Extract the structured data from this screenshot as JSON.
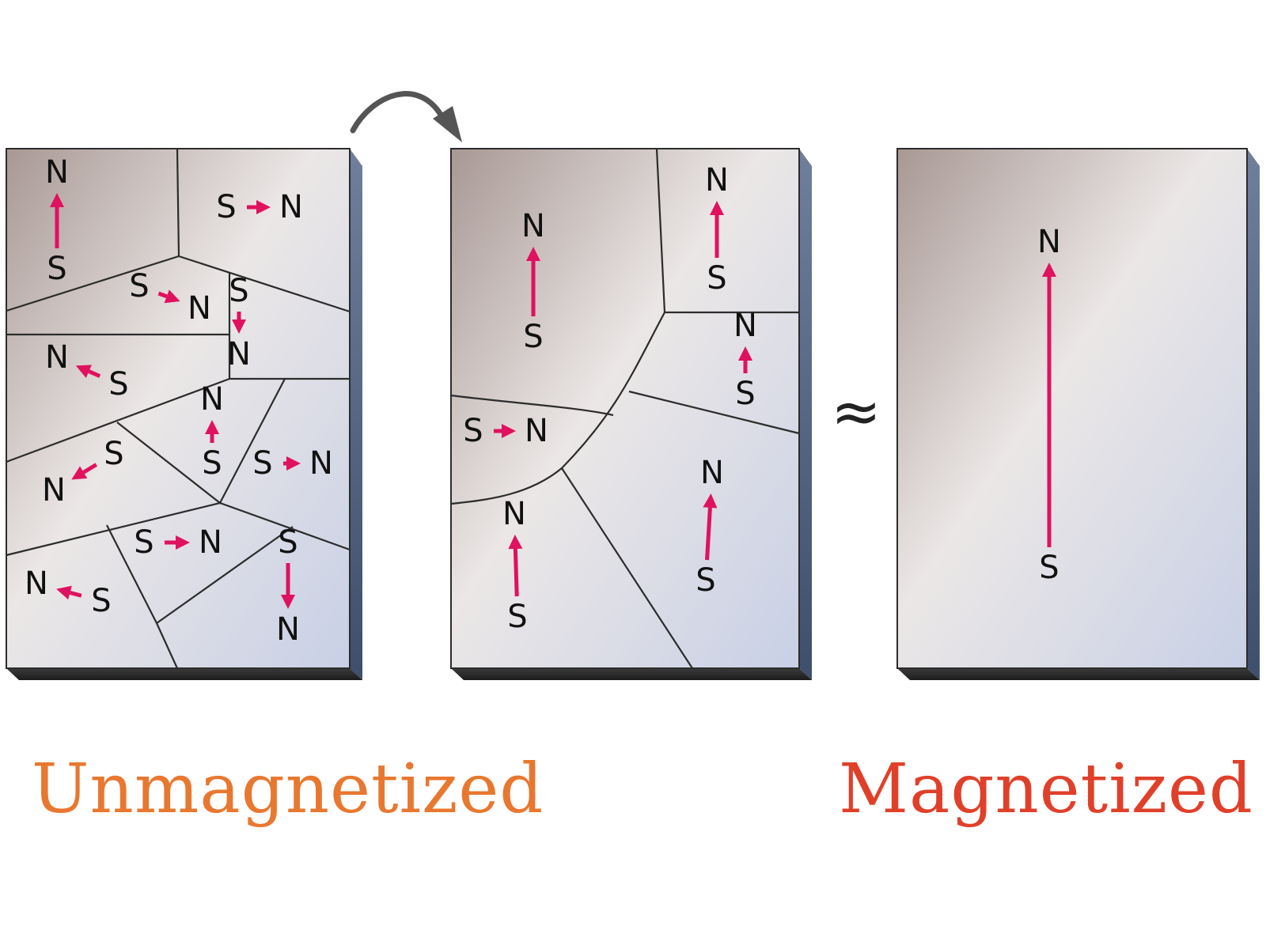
{
  "figure": {
    "approx_symbol": "≈",
    "captions": {
      "left": "Unmagnetized",
      "right": "Magnetized"
    },
    "pole_labels": {
      "north": "N",
      "south": "S"
    },
    "colors": {
      "arrow": "#e0115f",
      "caption_left": "#e87830",
      "caption_right": "#e0402a",
      "block_side": "#4b5f7e",
      "domain_boundary": "#2c2c2c"
    },
    "icons": [
      "curved-arrow-icon",
      "magnetic-moment-arrow-icon"
    ]
  }
}
